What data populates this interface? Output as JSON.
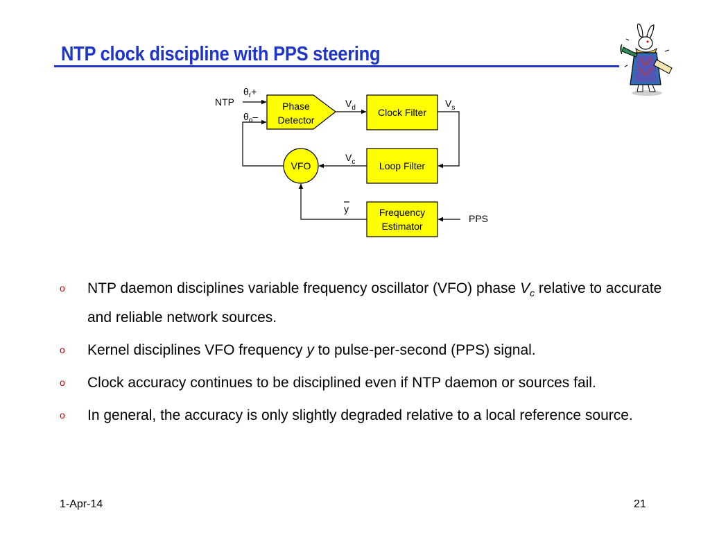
{
  "title": "NTP clock discipline with PPS steering",
  "logo": {
    "icon": "white-rabbit-icon"
  },
  "diagram": {
    "blocks": {
      "phase_detector": [
        "Phase",
        "Detector"
      ],
      "clock_filter": "Clock Filter",
      "loop_filter": "Loop Filter",
      "vfo": "VFO",
      "frequency_estimator": [
        "Frequency",
        "Estimator"
      ]
    },
    "signals": {
      "ntp": "NTP",
      "theta_r": "θ",
      "theta_r_sub": "r",
      "theta_r_sign": "+",
      "theta_o": "θ",
      "theta_o_sub": "o",
      "theta_o_sign": "–",
      "vd": "V",
      "vd_sub": "d",
      "vs": "V",
      "vs_sub": "s",
      "vc": "V",
      "vc_sub": "c",
      "ybar": "y",
      "pps": "PPS"
    },
    "colors": {
      "block_fill": "#ffff00",
      "stroke": "#000000"
    }
  },
  "bullets": [
    {
      "pre": "NTP daemon disciplines  variable frequency oscillator (VFO) phase ",
      "var": "V",
      "var_sub": "c",
      "post": " relative to accurate and reliable network sources."
    },
    {
      "pre": "Kernel disciplines VFO frequency ",
      "var": "y",
      "var_sub": "",
      "post": " to pulse-per-second (PPS) signal."
    },
    {
      "pre": "Clock accuracy continues to be disciplined even if NTP daemon or sources fail.",
      "var": "",
      "var_sub": "",
      "post": ""
    },
    {
      "pre": "In general, the accuracy is only slightly degraded relative to a local reference source.",
      "var": "",
      "var_sub": "",
      "post": ""
    }
  ],
  "bullet_symbol": "o",
  "footer": {
    "date": "1-Apr-14",
    "page": "21"
  }
}
